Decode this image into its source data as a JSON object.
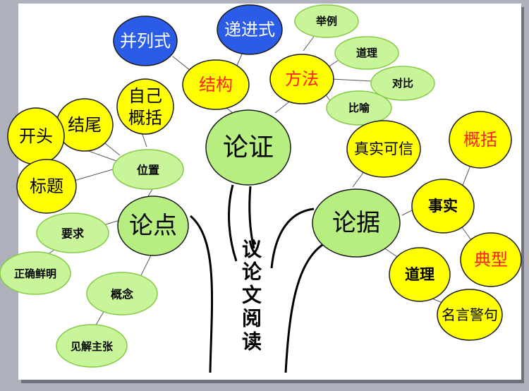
{
  "colors": {
    "paper": "#ffffff",
    "frame": "#aeb0bb",
    "yellow": "#ffff00",
    "green": "#c8f59a",
    "green_center": "#b6ee80",
    "blue": "#2b5ce8",
    "green_stroke": "#86c947",
    "dark_stroke": "#1a1a1a",
    "text_black": "#000000",
    "text_red": "#ff2020",
    "text_white": "#ffffff"
  },
  "title": {
    "chars": [
      "议",
      "论",
      "文",
      "阅",
      "读"
    ]
  },
  "nodes": {
    "lunzheng": "论证",
    "jiegou": "结构",
    "fangfa": "方法",
    "binglieshi": "并列式",
    "dijinshi": "递进式",
    "juli": "举例",
    "daoli_method": "道理",
    "duibi": "对比",
    "biyu": "比喻",
    "lundian": "论点",
    "weizhi": "位置",
    "kaitou": "开头",
    "jiewei": "结尾",
    "biaoti": "标题",
    "zijigaikuo": [
      "自己",
      "概括"
    ],
    "yaoqiu": "要求",
    "zhengquexianming": "正确鲜明",
    "gainian": "概念",
    "jianjiezhuzhang": "见解主张",
    "lunju": "论据",
    "zhenshikexin": "真实可信",
    "shishi": "事实",
    "gaikuo": "概括",
    "dianxing": "典型",
    "daoli_evidence": "道理",
    "mingyanjingju": "名言警句"
  }
}
